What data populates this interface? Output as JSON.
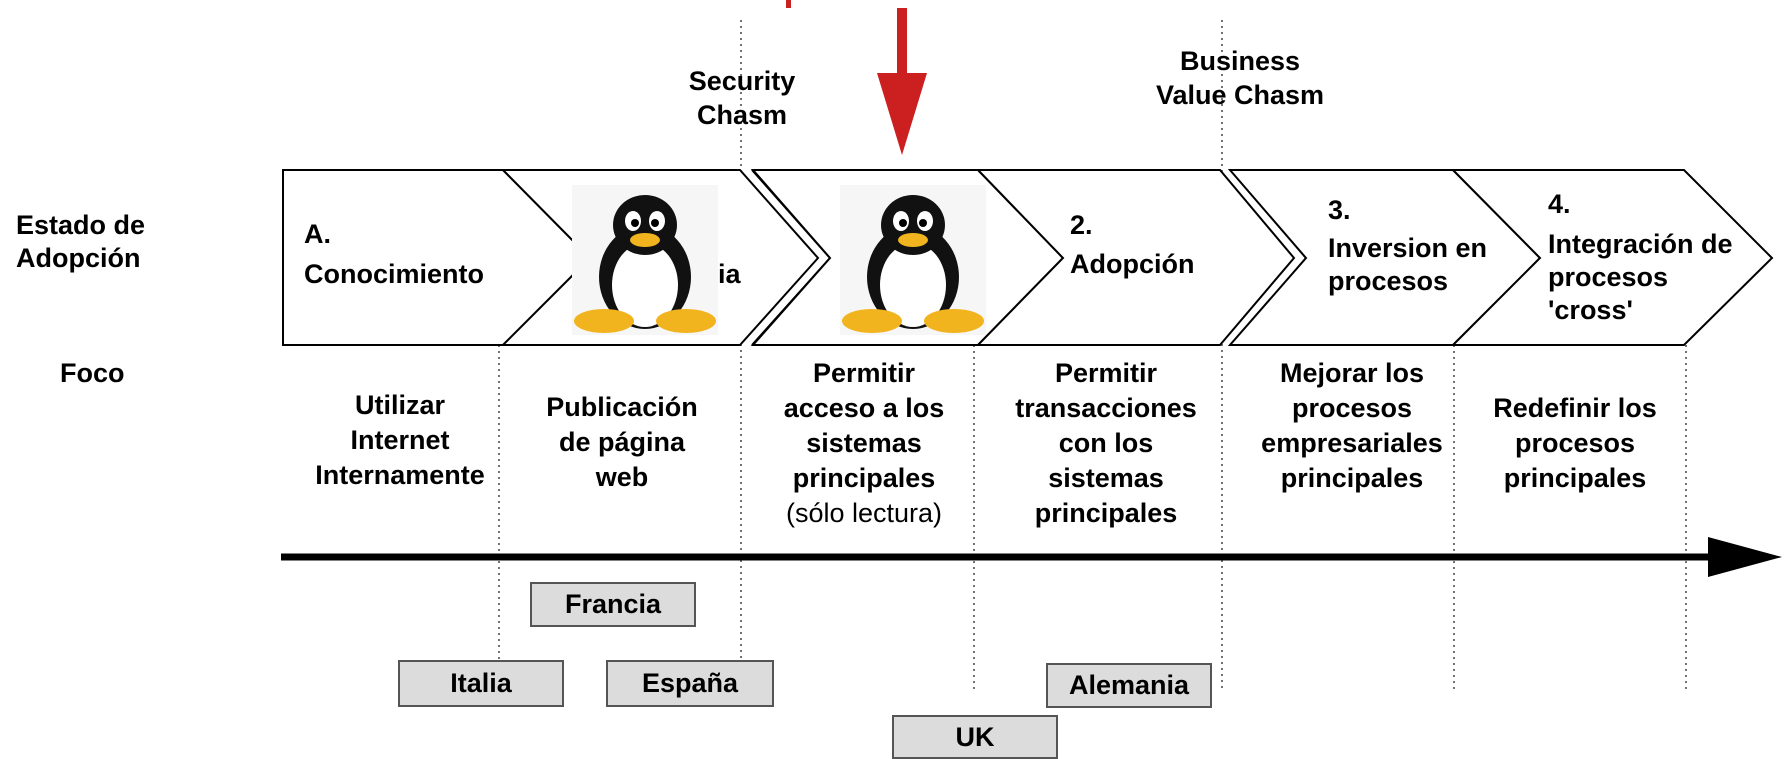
{
  "row_labels": {
    "adoption_state": "Estado de\nAdopción",
    "focus": "Foco"
  },
  "chasms": {
    "security": "Security\nChasm",
    "business_value": "Business\nValue Chasm"
  },
  "stages": [
    {
      "id": "A",
      "number": "A.",
      "title": "Conocimiento"
    },
    {
      "id": "B",
      "partial_text": "ia"
    },
    {
      "id": "1",
      "text": ""
    },
    {
      "id": "2",
      "number": "2.",
      "title": "Adopción"
    },
    {
      "id": "3",
      "number": "3.",
      "title": "Inversion en\nprocesos"
    },
    {
      "id": "4",
      "number": "4.",
      "title": "Integración de\nprocesos\n'cross'"
    }
  ],
  "focus": [
    {
      "text": "Utilizar\nInternet\nInternamente"
    },
    {
      "text": "Publicación\nde página\nweb"
    },
    {
      "text": "Permitir\nacceso a los\nsistemas\nprincipales",
      "note": "(sólo lectura)"
    },
    {
      "text": "Permitir\ntransacciones\ncon los\nsistemas\nprincipales"
    },
    {
      "text": "Mejorar los\nprocesos\nempresariales\nprincipales"
    },
    {
      "text": "Redefinir los\nprocesos\nprincipales"
    }
  ],
  "countries": {
    "francia": "Francia",
    "italia": "Italia",
    "espana": "España",
    "alemania": "Alemania",
    "uk": "UK"
  },
  "colors": {
    "arrow_marker": "#cc1f1f",
    "timeline": "#000000",
    "country_fill": "#dcdcdc",
    "chevron_stroke": "#000000"
  },
  "icons": [
    "linux-penguin-icon",
    "linux-penguin-icon"
  ]
}
